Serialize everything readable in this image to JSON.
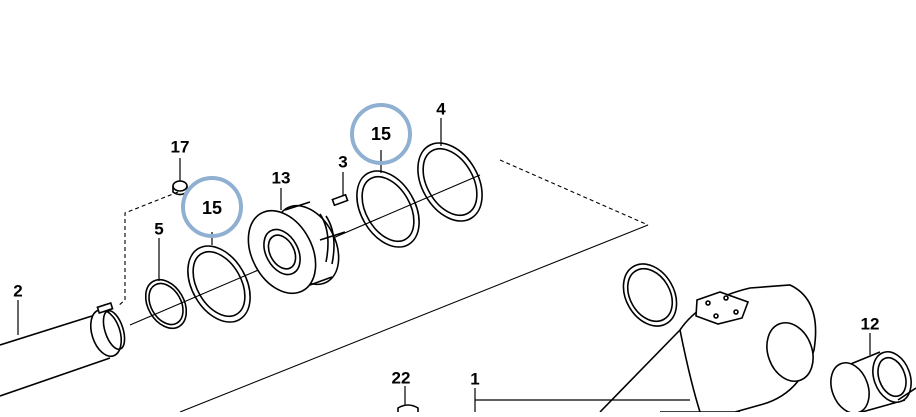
{
  "diagram": {
    "highlight_color": "#8fb0d1",
    "callouts": [
      {
        "id": "c17",
        "text": "17"
      },
      {
        "id": "c15a",
        "text": "15",
        "highlighted": true
      },
      {
        "id": "c13",
        "text": "13"
      },
      {
        "id": "c3",
        "text": "3"
      },
      {
        "id": "c15b",
        "text": "15",
        "highlighted": true
      },
      {
        "id": "c4",
        "text": "4"
      },
      {
        "id": "c5",
        "text": "5"
      },
      {
        "id": "c2",
        "text": "2"
      },
      {
        "id": "c12",
        "text": "12"
      },
      {
        "id": "c22",
        "text": "22"
      },
      {
        "id": "c1",
        "text": "1"
      }
    ]
  }
}
